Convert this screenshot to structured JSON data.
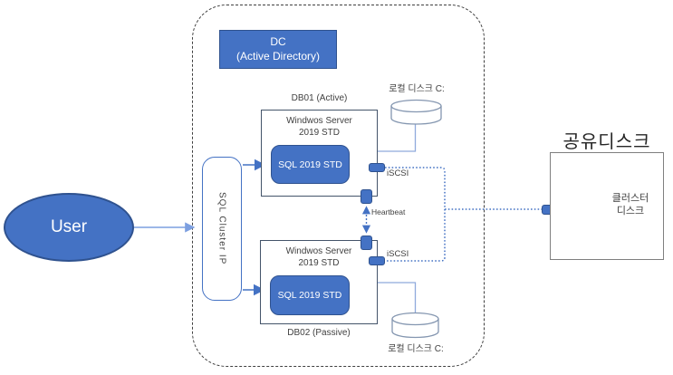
{
  "colors": {
    "primary": "#4472C4",
    "primary_dark": "#2F528F",
    "light_connector": "#8FAADC",
    "user_arrow": "#7C9FE0",
    "boundary_dash": "#404040",
    "text_dark": "#404040",
    "server_border": "#44546A",
    "shared_border": "#7F7F7F",
    "disk_top": "#A9C2E8",
    "local_disk_border": "#8496B0"
  },
  "user": {
    "label": "User"
  },
  "cluster_ip": {
    "label": "SQL Cluster IP"
  },
  "dc": {
    "line1": "DC",
    "line2": "(Active Directory)"
  },
  "db01": {
    "caption": "DB01 (Active)",
    "os_line1": "Windwos Server",
    "os_line2": "2019 STD",
    "sql": "SQL 2019 STD",
    "local_disk": "로컬 디스크 C:",
    "iscsi": "iSCSI"
  },
  "db02": {
    "caption": "DB02 (Passive)",
    "os_line1": "Windwos Server",
    "os_line2": "2019 STD",
    "sql": "SQL 2019 STD",
    "local_disk": "로컬 디스크 C:",
    "iscsi": "iSCSI"
  },
  "heartbeat": {
    "label": "Heartbeat"
  },
  "shared_disk": {
    "title": "공유디스크",
    "disk_line1": "클러스터",
    "disk_line2": "디스크"
  }
}
